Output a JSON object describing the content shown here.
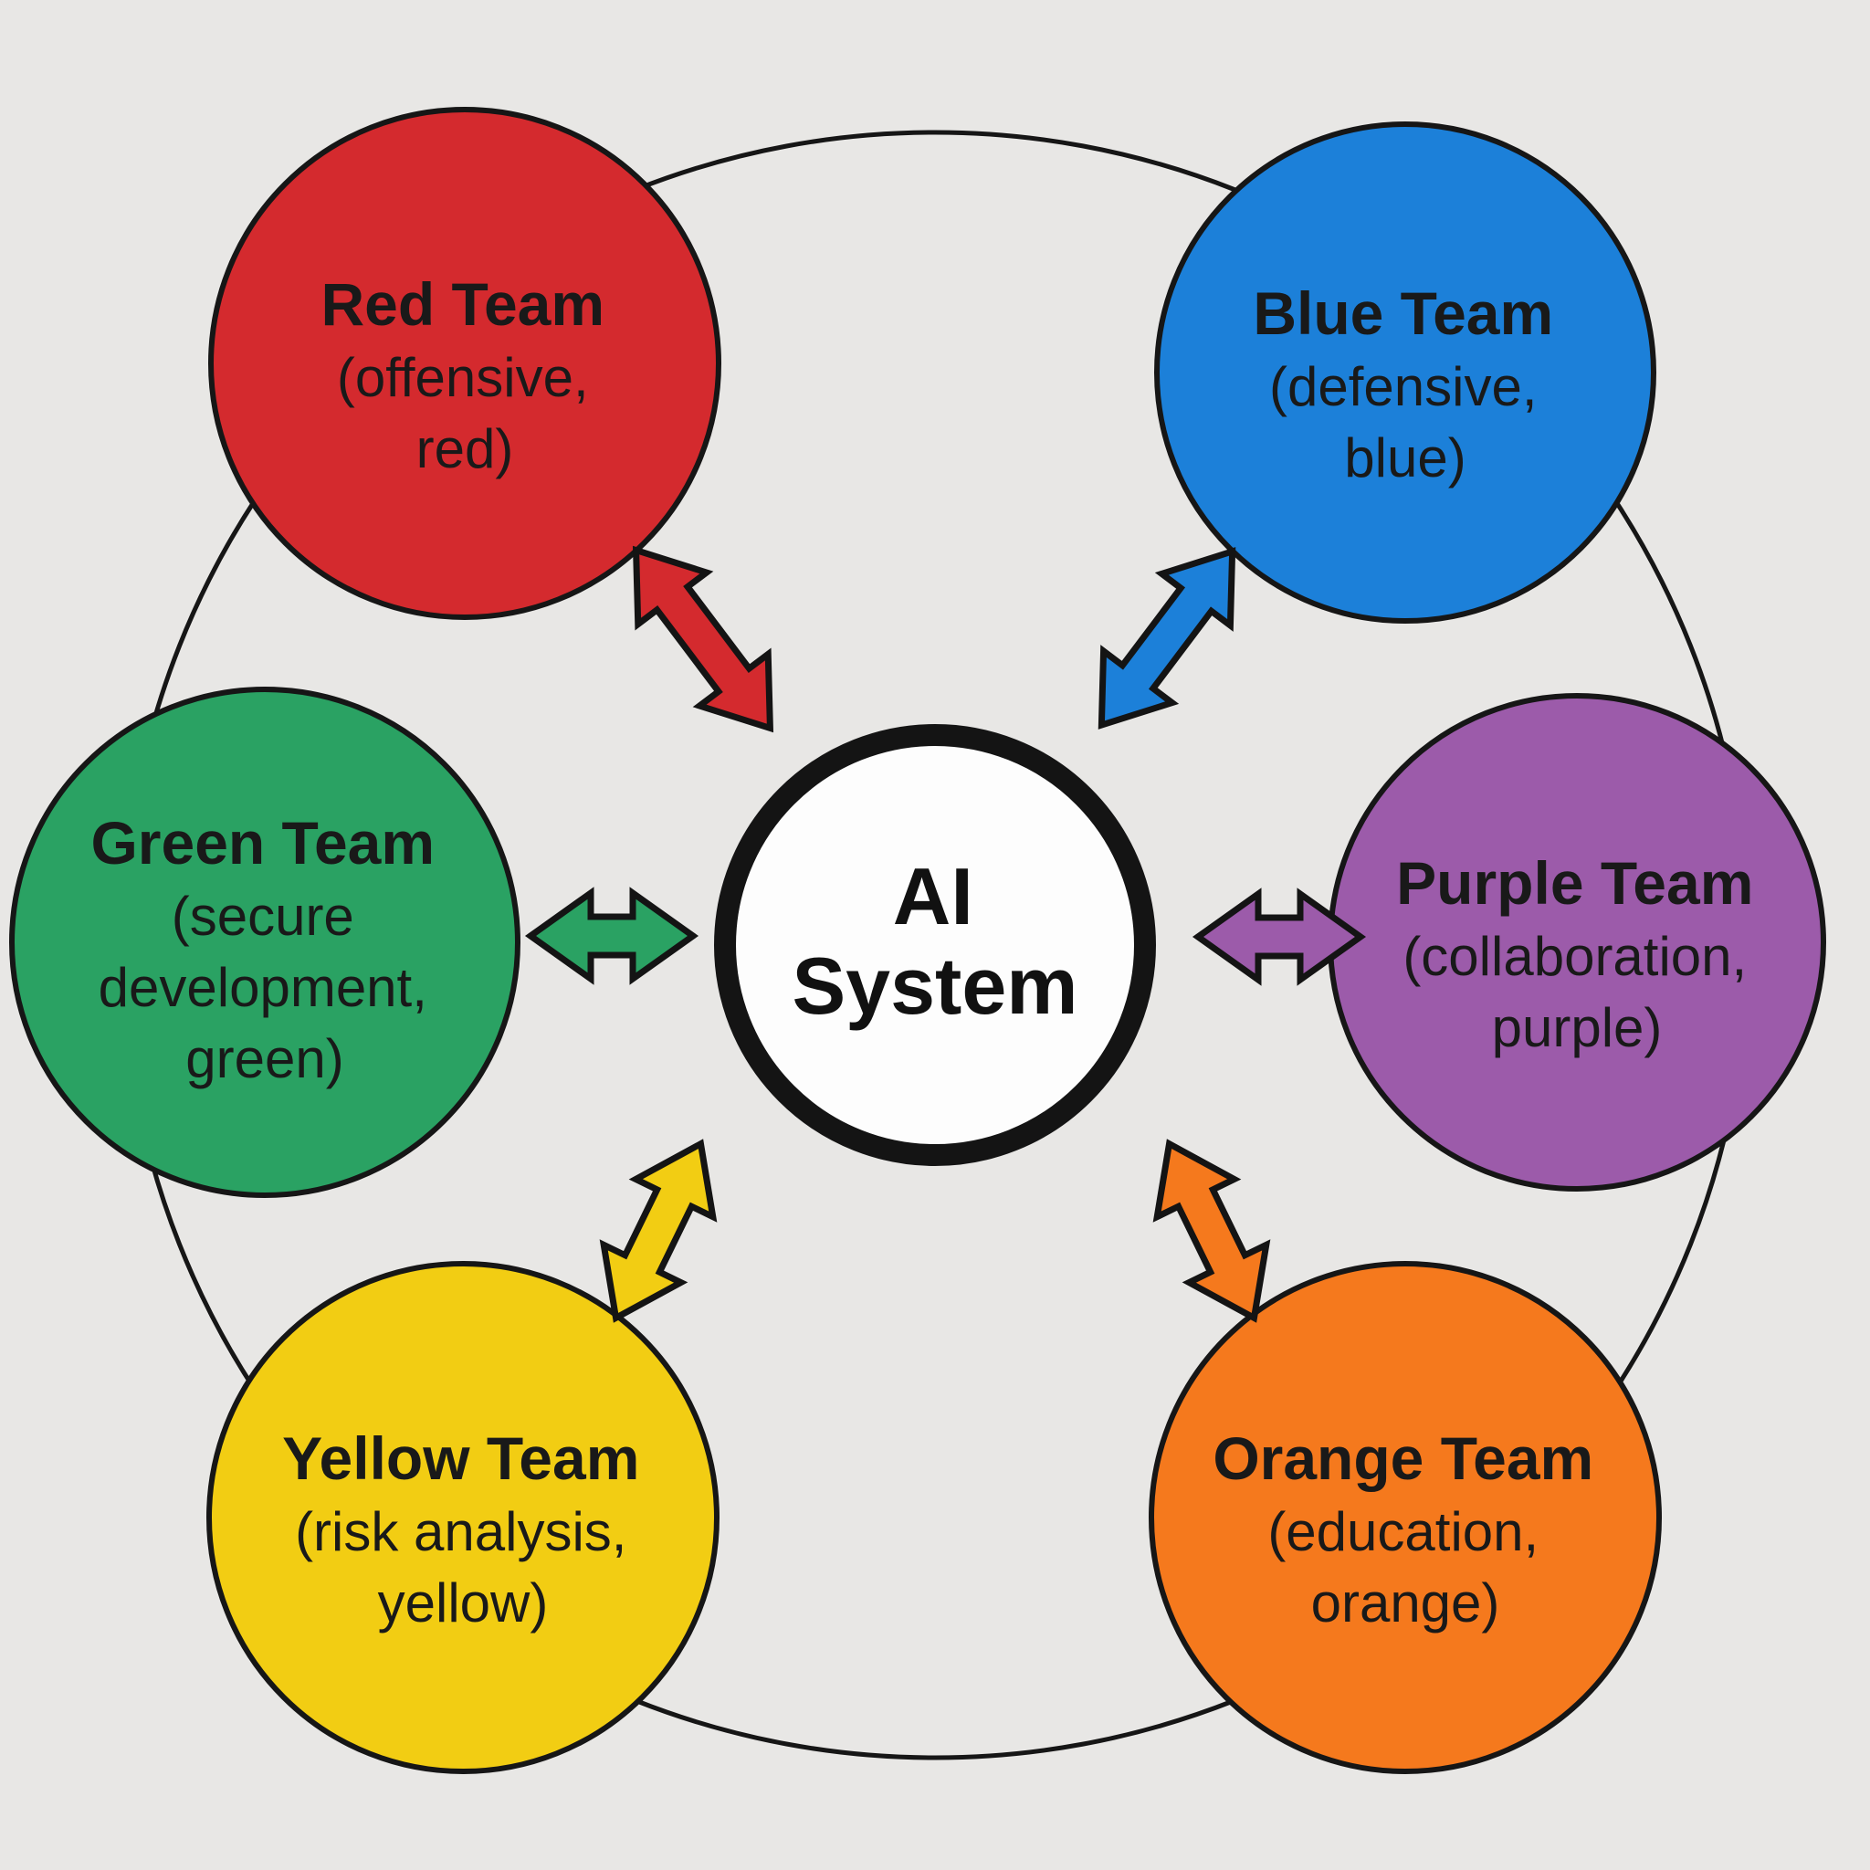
{
  "diagram": {
    "background": "#e8e7e5",
    "ring_color": "#161616",
    "node_border_color": "#161616",
    "center": {
      "lines": [
        "AI",
        "System"
      ],
      "fill": "#fdfdfd",
      "border": "#141414"
    },
    "teams": [
      {
        "id": "red",
        "name": "Red Team",
        "lines": [
          "Red Team",
          "(offensive,",
          "red)"
        ],
        "color": "#d42a2e"
      },
      {
        "id": "blue",
        "name": "Blue Team",
        "lines": [
          "Blue Team",
          "(defensive,",
          "blue)"
        ],
        "color": "#1c80d9"
      },
      {
        "id": "green",
        "name": "Green Team",
        "lines": [
          "Green Team",
          "(secure",
          "development,",
          "green)"
        ],
        "color": "#2aa263"
      },
      {
        "id": "purple",
        "name": "Purple Team",
        "lines": [
          "Purple Team",
          "(collaboration,",
          "purple)"
        ],
        "color": "#9c5baa"
      },
      {
        "id": "yellow",
        "name": "Yellow Team",
        "lines": [
          "Yellow Team",
          "(risk analysis,",
          "yellow)"
        ],
        "color": "#f2cd13"
      },
      {
        "id": "orange",
        "name": "Orange Team",
        "lines": [
          "Orange Team",
          "(education,",
          "orange)"
        ],
        "color": "#f5791d"
      }
    ]
  }
}
